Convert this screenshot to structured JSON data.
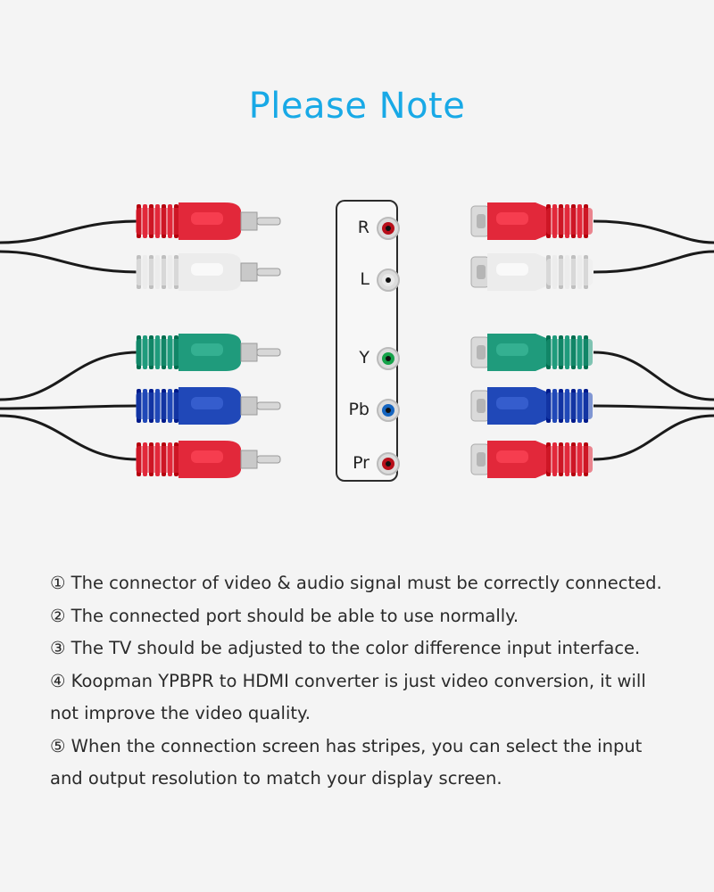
{
  "title": "Please Note",
  "panel": {
    "jacks": [
      {
        "label": "R",
        "color": "#b80f1a"
      },
      {
        "label": "L",
        "color": "#e9e9e9"
      },
      {
        "label": "Y",
        "color": "#16a34a"
      },
      {
        "label": "Pb",
        "color": "#1565c0"
      },
      {
        "label": "Pr",
        "color": "#b80f1a"
      }
    ]
  },
  "connectors": {
    "colors": [
      "#e2283a",
      "#ececec",
      "#1f9b7c",
      "#2048b8",
      "#e2283a"
    ]
  },
  "notes": [
    "① The connector of video & audio signal must be correctly connected.",
    "② The connected port should be able to use normally.",
    "③ The TV should be adjusted to the color difference input interface.",
    "④ Koopman YPBPR to HDMI converter is just video conversion, it will not improve the video quality.",
    "⑤ When the connection screen has stripes, you can select the input and output resolution to match your display screen."
  ]
}
